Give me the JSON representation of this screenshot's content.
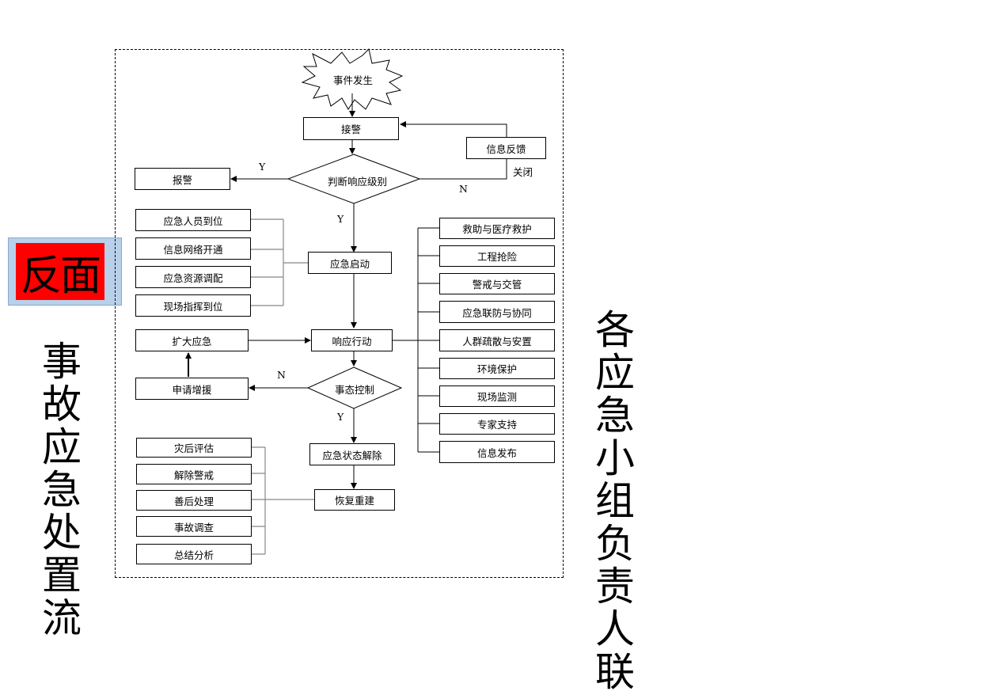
{
  "side_label": "反面",
  "left_vertical_title": "事故应急处置流",
  "right_vertical_title": "各应急小组负责人联",
  "flow": {
    "event": "事件发生",
    "receive_alarm": "接警",
    "feedback": "信息反馈",
    "close": "关闭",
    "judge": "判断响应级别",
    "report": "报警",
    "yes": "Y",
    "no": "N",
    "start": "应急启动",
    "start_inputs": [
      "应急人员到位",
      "信息网络开通",
      "应急资源调配",
      "现场指挥到位"
    ],
    "action": "响应行动",
    "expand": "扩大应急",
    "control": "事态控制",
    "request_aid": "申请增援",
    "release": "应急状态解除",
    "rebuild": "恢复重建",
    "after_items": [
      "灾后评估",
      "解除警戒",
      "善后处理",
      "事故调查",
      "总结分析"
    ],
    "tasks": [
      "救助与医疗救护",
      "工程抢险",
      "警戒与交管",
      "应急联防与协同",
      "人群疏散与安置",
      "环境保护",
      "现场监测",
      "专家支持",
      "信息发布"
    ]
  }
}
